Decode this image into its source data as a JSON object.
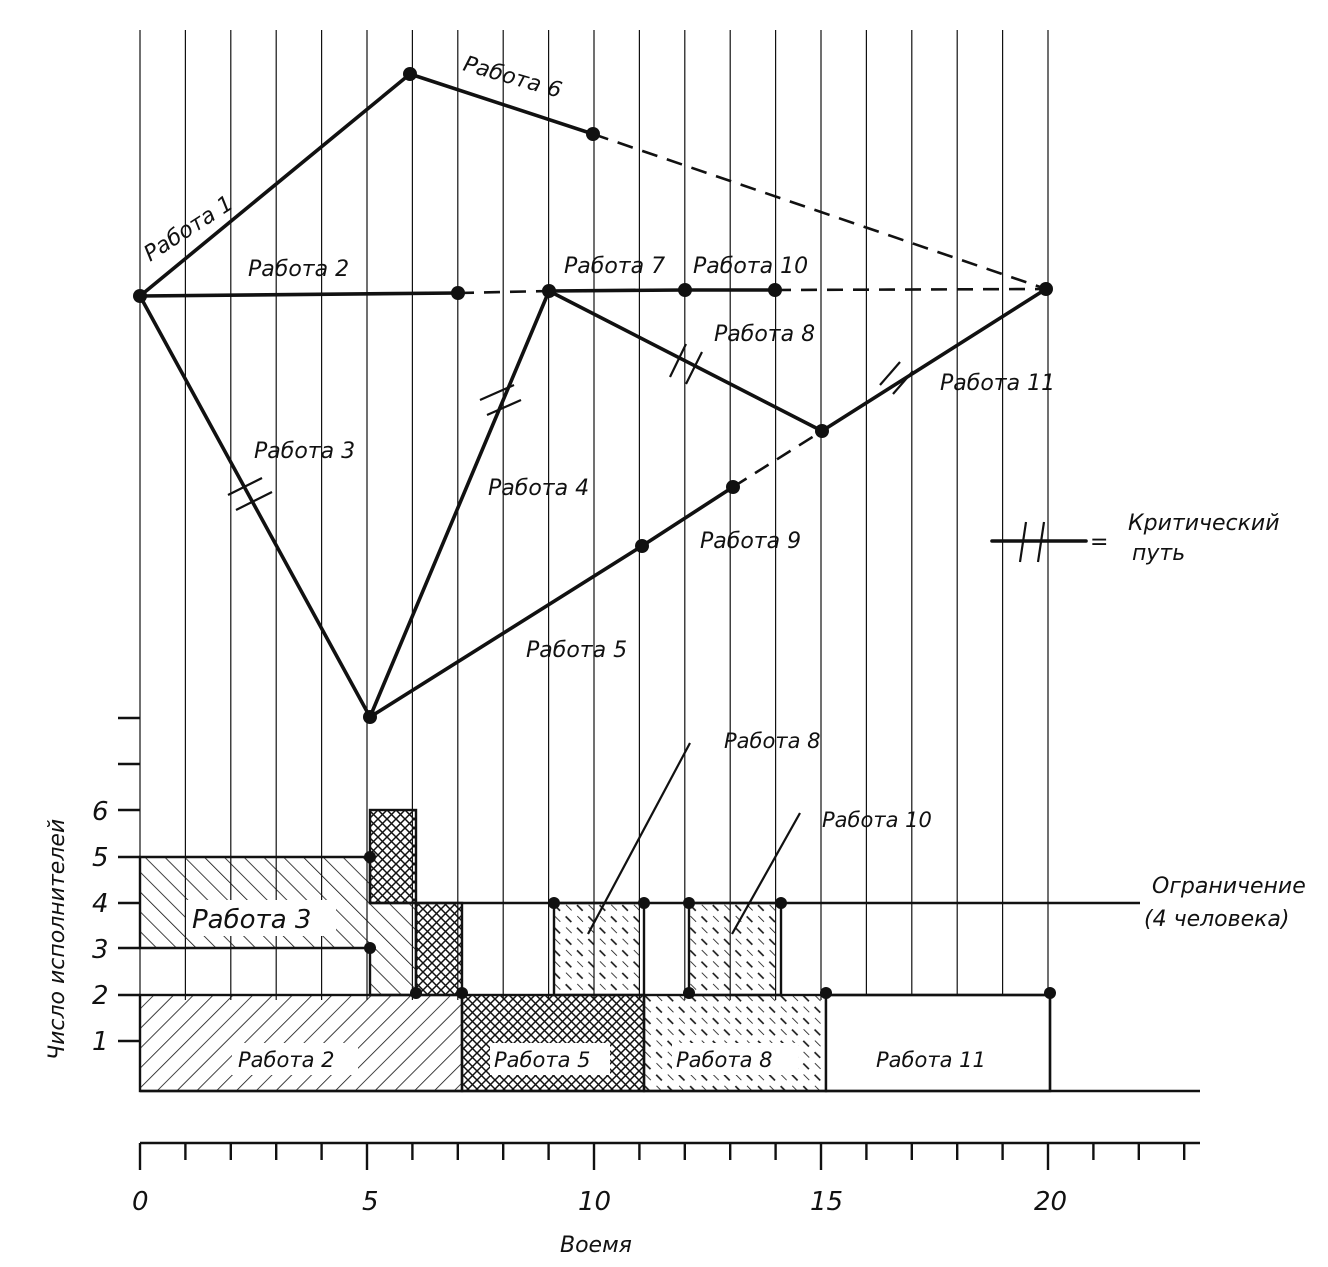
{
  "network": {
    "activities": [
      {
        "label": "Работа 1"
      },
      {
        "label": "Работа 2"
      },
      {
        "label": "Работа 3"
      },
      {
        "label": "Работа 4"
      },
      {
        "label": "Работа 5"
      },
      {
        "label": "Работа 6"
      },
      {
        "label": "Работа 7"
      },
      {
        "label": "Работа 8"
      },
      {
        "label": "Работа 9"
      },
      {
        "label": "Работа 10"
      },
      {
        "label": "Работа 11"
      }
    ],
    "legend": {
      "line1": "Критический",
      "line2": "путь",
      "equals": "="
    }
  },
  "histogram": {
    "ylabel": "Число исполнителей",
    "yticks": [
      "1",
      "2",
      "3",
      "4",
      "5",
      "6"
    ],
    "limit": {
      "line1": "Ограничение",
      "line2": "(4 человека)"
    },
    "blocks": [
      {
        "label": "Работа 2"
      },
      {
        "label": "Работа 3"
      },
      {
        "label": "Работа 5"
      },
      {
        "label": "Работа 8"
      },
      {
        "label": "Работа 11"
      }
    ],
    "callouts": [
      {
        "label": "Работа 8"
      },
      {
        "label": "Работа 10"
      }
    ]
  },
  "time_axis": {
    "label": "Воемя",
    "ticks": [
      "0",
      "5",
      "10",
      "15",
      "20"
    ]
  },
  "colors": {
    "ink": "#111111",
    "paper": "#ffffff"
  }
}
